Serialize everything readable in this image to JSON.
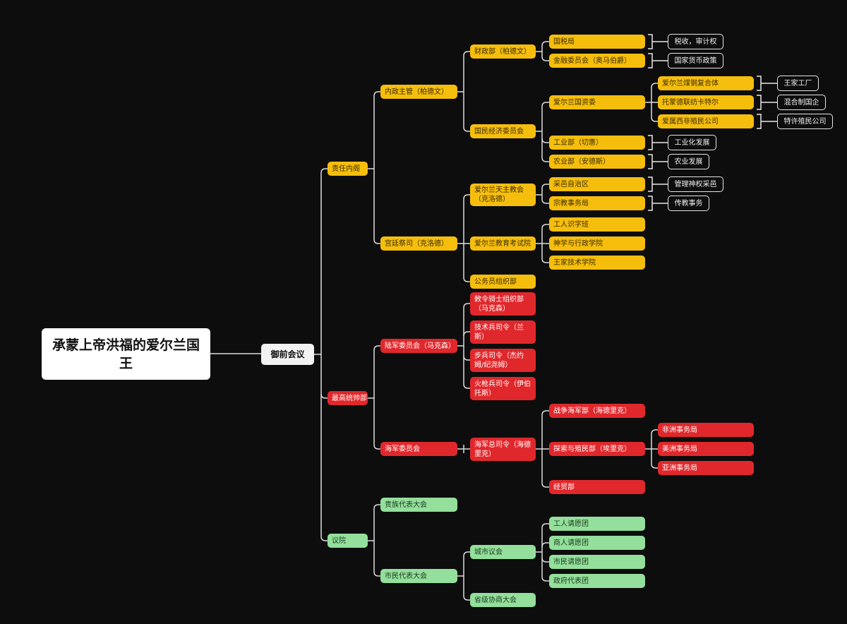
{
  "root": "承蒙上帝洪福的爱尔兰国王",
  "council": "御前会议",
  "cabinet": {
    "label": "责任内阁",
    "interior": {
      "label": "内政主管（柏德文）",
      "finance": {
        "label": "财政部（柏德文）",
        "tax_bureau": "国税局",
        "finance_committee": "金融委员会（奥马伯爵）"
      },
      "economy": {
        "label": "国民经济委员会",
        "sasac": {
          "label": "爱尔兰国资委",
          "coal_steel": "爱尔兰煤钢复合体",
          "tomund": "托蒙德联纺卡特尔",
          "west_africa": "爱属西非殖民公司"
        },
        "industry": "工业部（切惠）",
        "agriculture": "农业部（安德斯）"
      }
    },
    "court_priest": {
      "label": "宫廷祭司（克洛德）",
      "catholic": {
        "label": "爱尔兰天主教会（克洛德）",
        "fief": "采邑自治区",
        "religious": "宗教事务局"
      },
      "education": {
        "label": "爱尔兰教育考试院",
        "literacy": "工人识字班",
        "theology": "神学与行政学院",
        "tech": "王家技术学院"
      },
      "civil_service": "公务员组织部"
    }
  },
  "command": {
    "label": "最高统帅部",
    "army": {
      "label": "陆军委员会（马克森）",
      "knights": "敕令骑士组织部（马克森）",
      "technical": "技术兵司令（兰斯）",
      "infantry": "步兵司令（杰约姆/纪尧姆）",
      "musket": "火枪兵司令（伊伯托斯）"
    },
    "navy": {
      "label": "海军委员会",
      "commander": {
        "label": "海军总司令（海德里克）",
        "war_navy": "战争海军部（海德里克）",
        "exploration": {
          "label": "探索与殖民部（埃里克）",
          "africa": "非洲事务局",
          "america": "美洲事务局",
          "asia": "亚洲事务局"
        },
        "trade": "经贸部"
      }
    }
  },
  "parliament": {
    "label": "议院",
    "nobles": "贵族代表大会",
    "citizens": {
      "label": "市民代表大会",
      "city_council": {
        "label": "城市议会",
        "workers": "工人请愿团",
        "merchants": "商人请愿团",
        "citizens_pet": "市民请愿团",
        "government": "政府代表团"
      },
      "provincial": "省级协商大会"
    }
  },
  "notes": {
    "tax_audit": "税收，审计权",
    "currency": "国家货币政策",
    "royal_factory": "王家工厂",
    "mixed_soe": "混合制国企",
    "licensed_colonial": "特许殖民公司",
    "industrialization": "工业化发展",
    "agri_dev": "农业发展",
    "manage_fief": "管理神权采邑",
    "missionary": "传教事务"
  }
}
